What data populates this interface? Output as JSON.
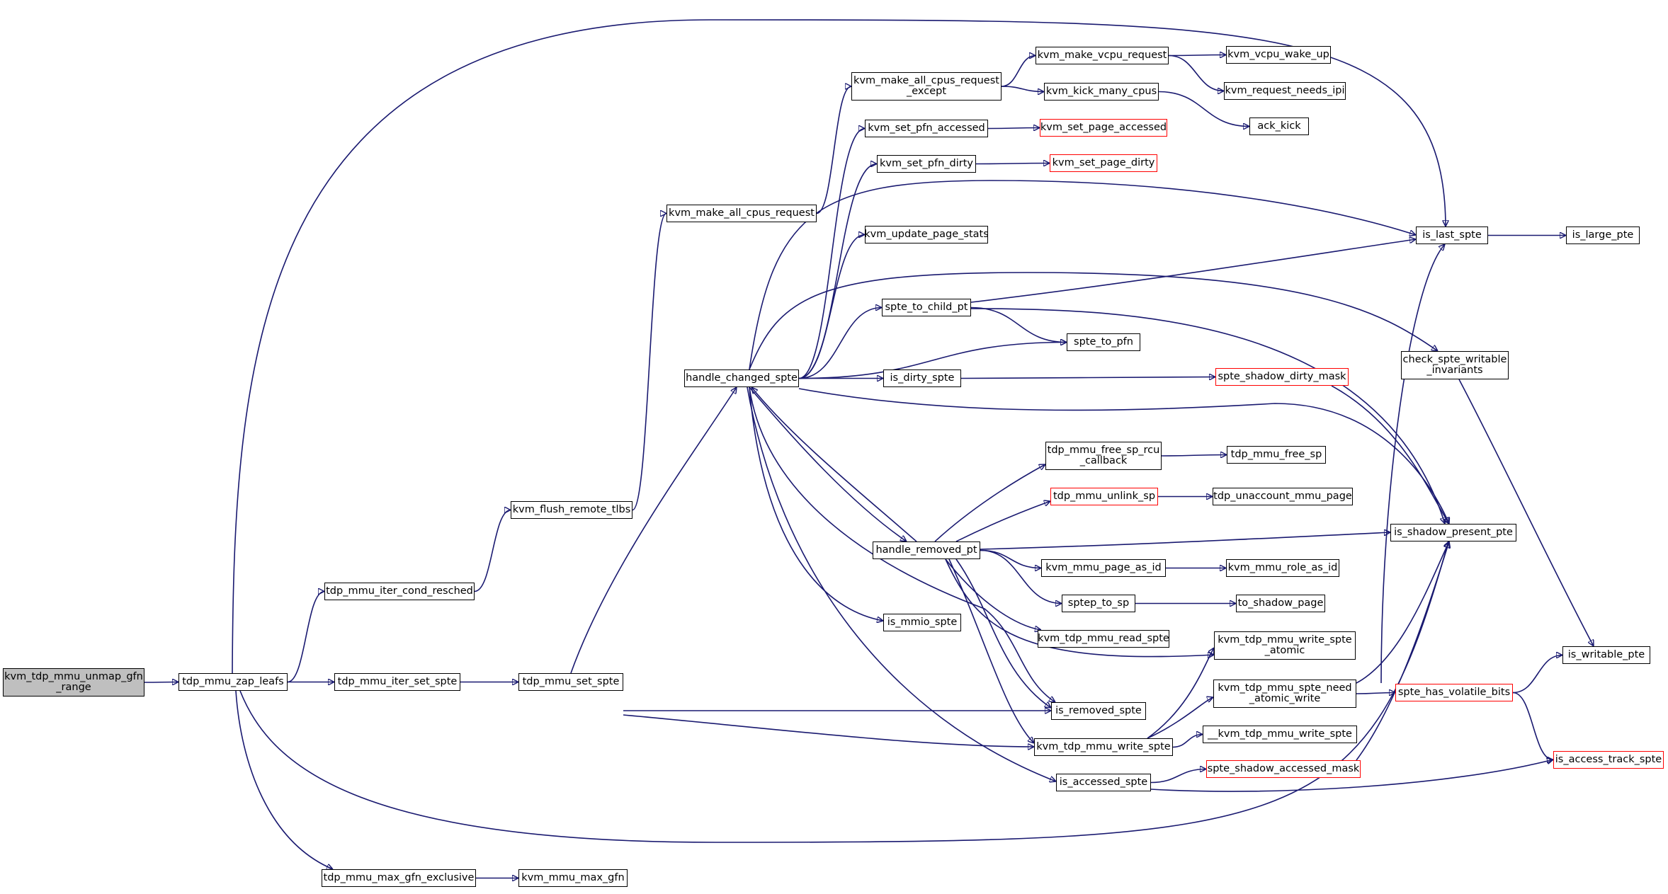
{
  "graph": {
    "root": "root",
    "colors": {
      "edge": "#191970",
      "border": "#000000",
      "border_incomplete": "#ff0000",
      "root_fill": "#bfbfbf",
      "background": "#ffffff"
    },
    "nodes": {
      "root": {
        "label": "kvm_tdp_mmu_unmap_gfn\n_range",
        "style": "root"
      },
      "zap_leafs": {
        "label": "tdp_mmu_zap_leafs"
      },
      "iter_cond_resched": {
        "label": "tdp_mmu_iter_cond_resched"
      },
      "iter_set_spte": {
        "label": "tdp_mmu_iter_set_spte"
      },
      "max_gfn_exclusive": {
        "label": "tdp_mmu_max_gfn_exclusive"
      },
      "flush_remote_tlbs": {
        "label": "kvm_flush_remote_tlbs"
      },
      "set_spte": {
        "label": "tdp_mmu_set_spte"
      },
      "mmu_max_gfn": {
        "label": "kvm_mmu_max_gfn"
      },
      "make_all_cpus_request": {
        "label": "kvm_make_all_cpus_request"
      },
      "handle_changed_spte": {
        "label": "handle_changed_spte"
      },
      "make_all_cpus_request_except": {
        "label": "kvm_make_all_cpus_request\n_except"
      },
      "set_pfn_accessed": {
        "label": "kvm_set_pfn_accessed"
      },
      "set_pfn_dirty": {
        "label": "kvm_set_pfn_dirty"
      },
      "update_page_stats": {
        "label": "kvm_update_page_stats"
      },
      "spte_to_child_pt": {
        "label": "spte_to_child_pt"
      },
      "is_dirty_spte": {
        "label": "is_dirty_spte"
      },
      "handle_removed_pt": {
        "label": "handle_removed_pt"
      },
      "is_mmio_spte": {
        "label": "is_mmio_spte"
      },
      "make_vcpu_request": {
        "label": "kvm_make_vcpu_request"
      },
      "kick_many_cpus": {
        "label": "kvm_kick_many_cpus"
      },
      "set_page_accessed": {
        "label": "kvm_set_page_accessed",
        "style": "red"
      },
      "set_page_dirty": {
        "label": "kvm_set_page_dirty",
        "style": "red"
      },
      "spte_to_pfn": {
        "label": "spte_to_pfn"
      },
      "free_sp_rcu_callback": {
        "label": "tdp_mmu_free_sp_rcu\n_callback"
      },
      "unlink_sp": {
        "label": "tdp_mmu_unlink_sp",
        "style": "red"
      },
      "mmu_page_as_id": {
        "label": "kvm_mmu_page_as_id"
      },
      "sptep_to_sp": {
        "label": "sptep_to_sp"
      },
      "read_spte": {
        "label": "kvm_tdp_mmu_read_spte"
      },
      "write_spte_atomic": {
        "label": "kvm_tdp_mmu_write_spte\n_atomic"
      },
      "spte_need_atomic_write": {
        "label": "kvm_tdp_mmu_spte_need\n_atomic_write"
      },
      "is_removed_spte": {
        "label": "is_removed_spte"
      },
      "write_spte": {
        "label": "kvm_tdp_mmu_write_spte"
      },
      "__write_spte": {
        "label": "__kvm_tdp_mmu_write_spte"
      },
      "is_accessed_spte": {
        "label": "is_accessed_spte"
      },
      "shadow_accessed_mask": {
        "label": "spte_shadow_accessed_mask",
        "style": "red"
      },
      "vcpu_wake_up": {
        "label": "kvm_vcpu_wake_up"
      },
      "request_needs_ipi": {
        "label": "kvm_request_needs_ipi"
      },
      "ack_kick": {
        "label": "ack_kick"
      },
      "shadow_dirty_mask": {
        "label": "spte_shadow_dirty_mask",
        "style": "red"
      },
      "free_sp": {
        "label": "tdp_mmu_free_sp"
      },
      "unaccount_mmu_page": {
        "label": "tdp_unaccount_mmu_page"
      },
      "mmu_role_as_id": {
        "label": "kvm_mmu_role_as_id"
      },
      "to_shadow_page": {
        "label": "to_shadow_page"
      },
      "is_last_spte": {
        "label": "is_last_spte"
      },
      "check_spte_writable_invariants": {
        "label": "check_spte_writable\n_invariants"
      },
      "is_shadow_present_pte": {
        "label": "is_shadow_present_pte"
      },
      "spte_has_volatile_bits": {
        "label": "spte_has_volatile_bits",
        "style": "red"
      },
      "is_large_pte": {
        "label": "is_large_pte"
      },
      "is_writable_pte": {
        "label": "is_writable_pte"
      },
      "is_access_track_spte": {
        "label": "is_access_track_spte",
        "style": "red"
      }
    },
    "edges": [
      [
        "root",
        "zap_leafs"
      ],
      [
        "zap_leafs",
        "iter_cond_resched"
      ],
      [
        "zap_leafs",
        "iter_set_spte"
      ],
      [
        "zap_leafs",
        "max_gfn_exclusive"
      ],
      [
        "zap_leafs",
        "is_last_spte"
      ],
      [
        "zap_leafs",
        "is_shadow_present_pte"
      ],
      [
        "iter_cond_resched",
        "flush_remote_tlbs"
      ],
      [
        "iter_set_spte",
        "set_spte"
      ],
      [
        "max_gfn_exclusive",
        "mmu_max_gfn"
      ],
      [
        "flush_remote_tlbs",
        "make_all_cpus_request"
      ],
      [
        "set_spte",
        "handle_changed_spte"
      ],
      [
        "set_spte",
        "is_removed_spte"
      ],
      [
        "set_spte",
        "write_spte"
      ],
      [
        "make_all_cpus_request",
        "make_all_cpus_request_except"
      ],
      [
        "make_all_cpus_request_except",
        "make_vcpu_request"
      ],
      [
        "make_all_cpus_request_except",
        "kick_many_cpus"
      ],
      [
        "make_vcpu_request",
        "vcpu_wake_up"
      ],
      [
        "make_vcpu_request",
        "request_needs_ipi"
      ],
      [
        "kick_many_cpus",
        "ack_kick"
      ],
      [
        "handle_changed_spte",
        "set_pfn_accessed"
      ],
      [
        "handle_changed_spte",
        "set_pfn_dirty"
      ],
      [
        "handle_changed_spte",
        "update_page_stats"
      ],
      [
        "handle_changed_spte",
        "spte_to_child_pt"
      ],
      [
        "handle_changed_spte",
        "is_dirty_spte"
      ],
      [
        "handle_changed_spte",
        "handle_removed_pt"
      ],
      [
        "handle_changed_spte",
        "is_mmio_spte"
      ],
      [
        "handle_changed_spte",
        "is_last_spte"
      ],
      [
        "handle_changed_spte",
        "check_spte_writable_invariants"
      ],
      [
        "handle_changed_spte",
        "spte_to_pfn"
      ],
      [
        "handle_changed_spte",
        "is_shadow_present_pte"
      ],
      [
        "handle_changed_spte",
        "is_removed_spte"
      ],
      [
        "handle_changed_spte",
        "is_accessed_spte"
      ],
      [
        "set_pfn_accessed",
        "set_page_accessed"
      ],
      [
        "set_pfn_dirty",
        "set_page_dirty"
      ],
      [
        "spte_to_child_pt",
        "spte_to_pfn"
      ],
      [
        "spte_to_child_pt",
        "is_last_spte"
      ],
      [
        "spte_to_child_pt",
        "is_shadow_present_pte"
      ],
      [
        "is_dirty_spte",
        "shadow_dirty_mask"
      ],
      [
        "handle_removed_pt",
        "handle_changed_spte"
      ],
      [
        "handle_removed_pt",
        "free_sp_rcu_callback"
      ],
      [
        "handle_removed_pt",
        "unlink_sp"
      ],
      [
        "handle_removed_pt",
        "is_shadow_present_pte"
      ],
      [
        "handle_removed_pt",
        "mmu_page_as_id"
      ],
      [
        "handle_removed_pt",
        "sptep_to_sp"
      ],
      [
        "handle_removed_pt",
        "read_spte"
      ],
      [
        "handle_removed_pt",
        "write_spte_atomic"
      ],
      [
        "handle_removed_pt",
        "is_removed_spte"
      ],
      [
        "handle_removed_pt",
        "write_spte"
      ],
      [
        "free_sp_rcu_callback",
        "free_sp"
      ],
      [
        "unlink_sp",
        "unaccount_mmu_page"
      ],
      [
        "mmu_page_as_id",
        "mmu_role_as_id"
      ],
      [
        "sptep_to_sp",
        "to_shadow_page"
      ],
      [
        "write_spte",
        "write_spte_atomic"
      ],
      [
        "write_spte",
        "spte_need_atomic_write"
      ],
      [
        "write_spte",
        "__write_spte"
      ],
      [
        "spte_need_atomic_write",
        "is_last_spte"
      ],
      [
        "spte_need_atomic_write",
        "is_shadow_present_pte"
      ],
      [
        "spte_need_atomic_write",
        "spte_has_volatile_bits"
      ],
      [
        "is_accessed_spte",
        "shadow_accessed_mask"
      ],
      [
        "is_accessed_spte",
        "is_access_track_spte"
      ],
      [
        "shadow_accessed_mask",
        "is_shadow_present_pte"
      ],
      [
        "shadow_dirty_mask",
        "is_shadow_present_pte"
      ],
      [
        "is_last_spte",
        "is_large_pte"
      ],
      [
        "check_spte_writable_invariants",
        "is_writable_pte"
      ],
      [
        "spte_has_volatile_bits",
        "is_writable_pte"
      ],
      [
        "spte_has_volatile_bits",
        "is_access_track_spte"
      ]
    ]
  }
}
